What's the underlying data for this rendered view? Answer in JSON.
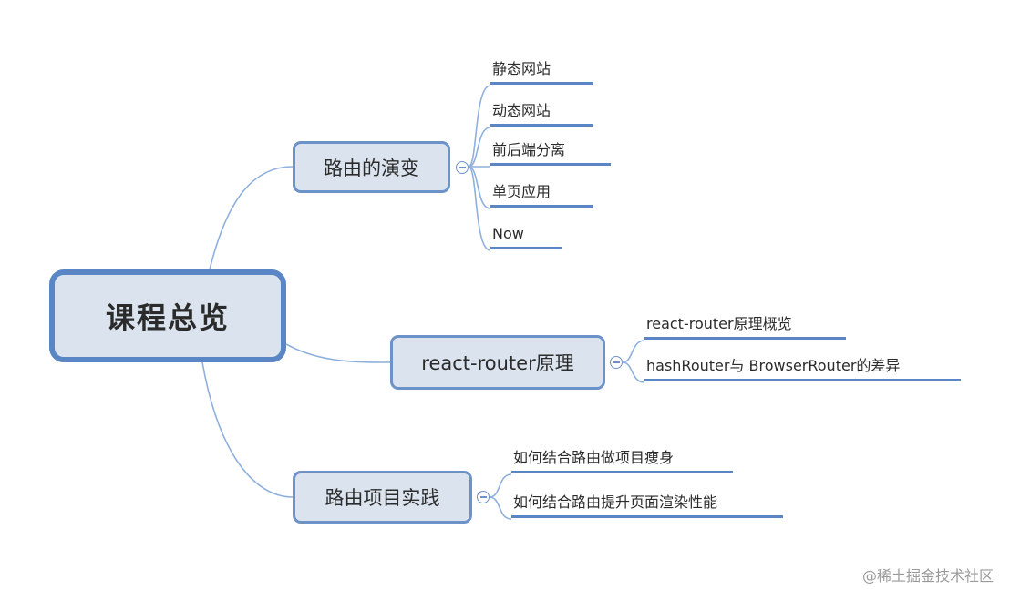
{
  "root": {
    "label": "课程总览"
  },
  "branches": [
    {
      "label": "路由的演变",
      "children": [
        "静态网站",
        "动态网站",
        "前后端分离",
        "单页应用",
        "Now"
      ]
    },
    {
      "label": "react-router原理",
      "children": [
        "react-router原理概览",
        "hashRouter与 BrowserRouter的差异"
      ]
    },
    {
      "label": "路由项目实践",
      "children": [
        "如何结合路由做项目瘦身",
        "如何结合路由提升页面渲染性能"
      ]
    }
  ],
  "watermark": "@稀土掘金技术社区",
  "colors": {
    "accent": "#5b86c6",
    "node_fill": "#dbe4ee"
  }
}
